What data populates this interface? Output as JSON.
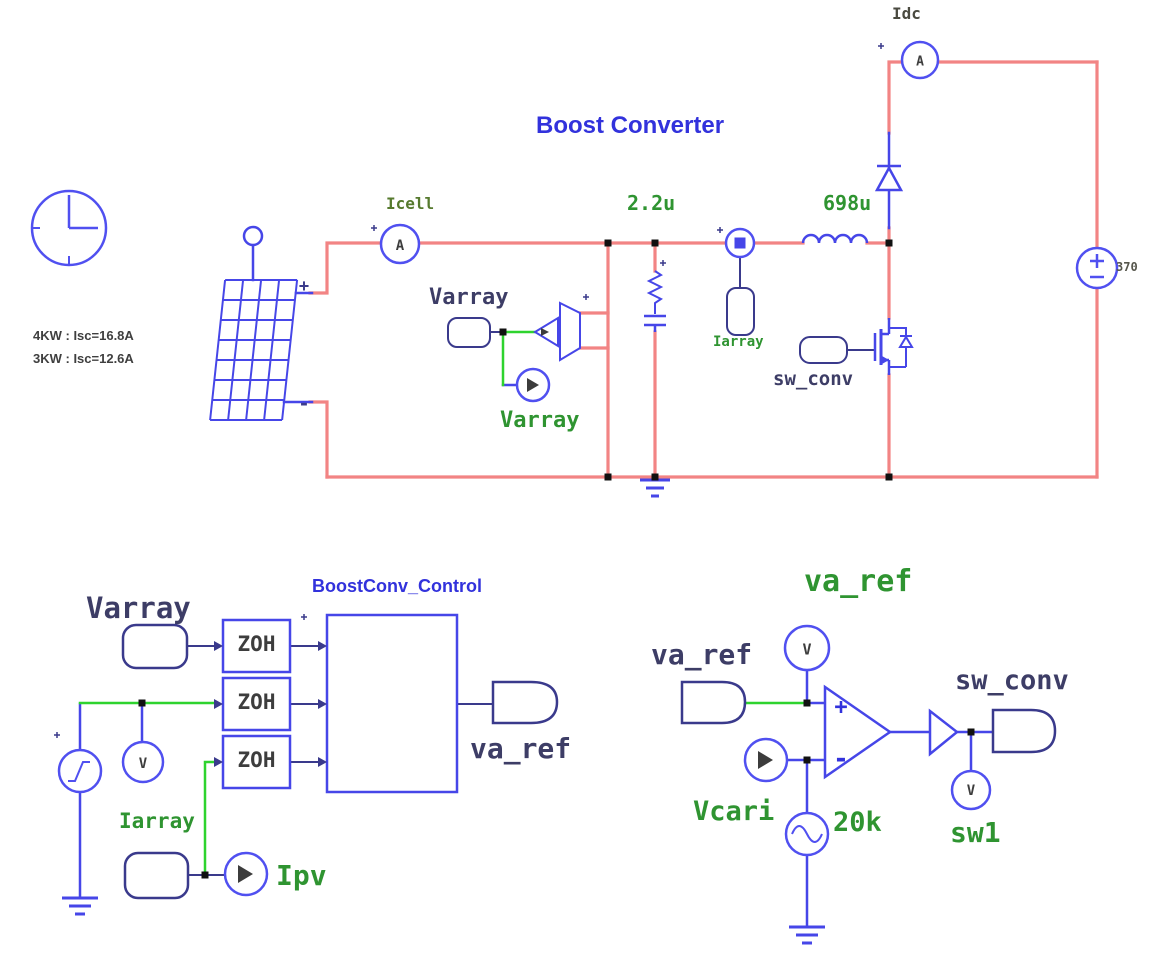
{
  "title": "Boost Converter",
  "notes": {
    "line1": "4KW : Isc=16.8A",
    "line2": "3KW : Isc=12.6A"
  },
  "colors": {
    "wire_red": "#f28484",
    "component_blue": "#4646e8",
    "wire_green": "#2ed32e",
    "label_green": "#2f9431",
    "tag_navy": "#3d3d66",
    "title_blue": "#3232dc"
  },
  "main": {
    "icell_label": "Icell",
    "icell_meter": "A",
    "idc_label": "Idc",
    "idc_meter": "A",
    "cap_value": "2.2u",
    "inductor_value": "698u",
    "iarray_tag": "Iarray",
    "sw_conv_tag": "sw_conv",
    "varray_tag": "Varray",
    "varray_probe": "Varray",
    "dc_source_value": "370",
    "pv_plus": "+",
    "pv_minus": "-"
  },
  "control": {
    "title": "BoostConv_Control",
    "varray_tag": "Varray",
    "zoh": [
      "ZOH",
      "ZOH",
      "ZOH"
    ],
    "v_probe": "V",
    "iarray_tag": "Iarray",
    "ipv_probe": "Ipv",
    "va_ref_tag": "va_ref"
  },
  "pwm": {
    "va_ref_probe": "va_ref",
    "va_ref_tag": "va_ref",
    "v_probe_top": "V",
    "comp_plus": "+",
    "comp_minus": "-",
    "vcari_probe": "Vcari",
    "carrier_freq": "20k",
    "sw_conv_tag": "sw_conv",
    "v_probe_out": "V",
    "sw1_probe": "sw1"
  }
}
